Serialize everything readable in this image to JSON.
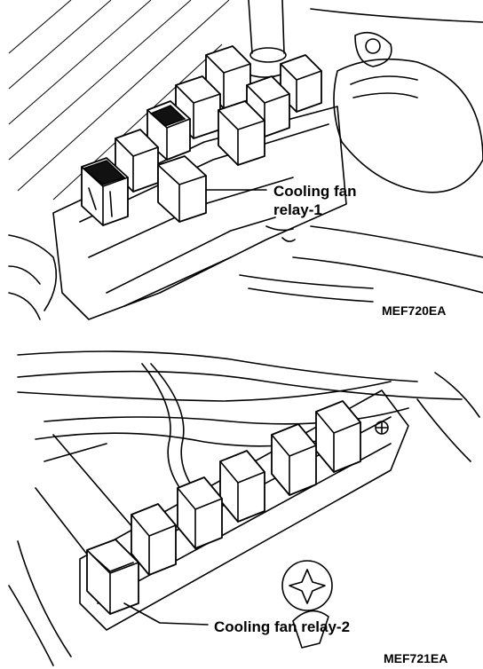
{
  "figure_top": {
    "callout": [
      "Cooling fan",
      "relay-1"
    ],
    "code": "MEF720EA"
  },
  "figure_bottom": {
    "callout": "Cooling fan relay-2",
    "code": "MEF721EA"
  }
}
